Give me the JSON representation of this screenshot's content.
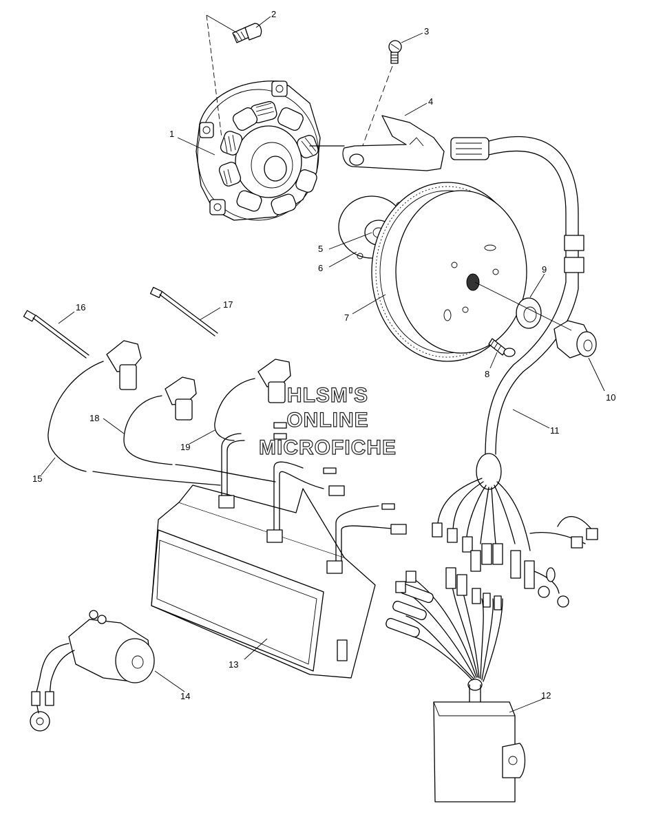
{
  "watermark": [
    "HLSM'S",
    "ONLINE",
    "MICROFICHE"
  ],
  "callouts": [
    "1",
    "2",
    "3",
    "4",
    "5",
    "6",
    "7",
    "8",
    "9",
    "10",
    "11",
    "12",
    "13",
    "14",
    "15",
    "16",
    "17",
    "18",
    "19"
  ]
}
